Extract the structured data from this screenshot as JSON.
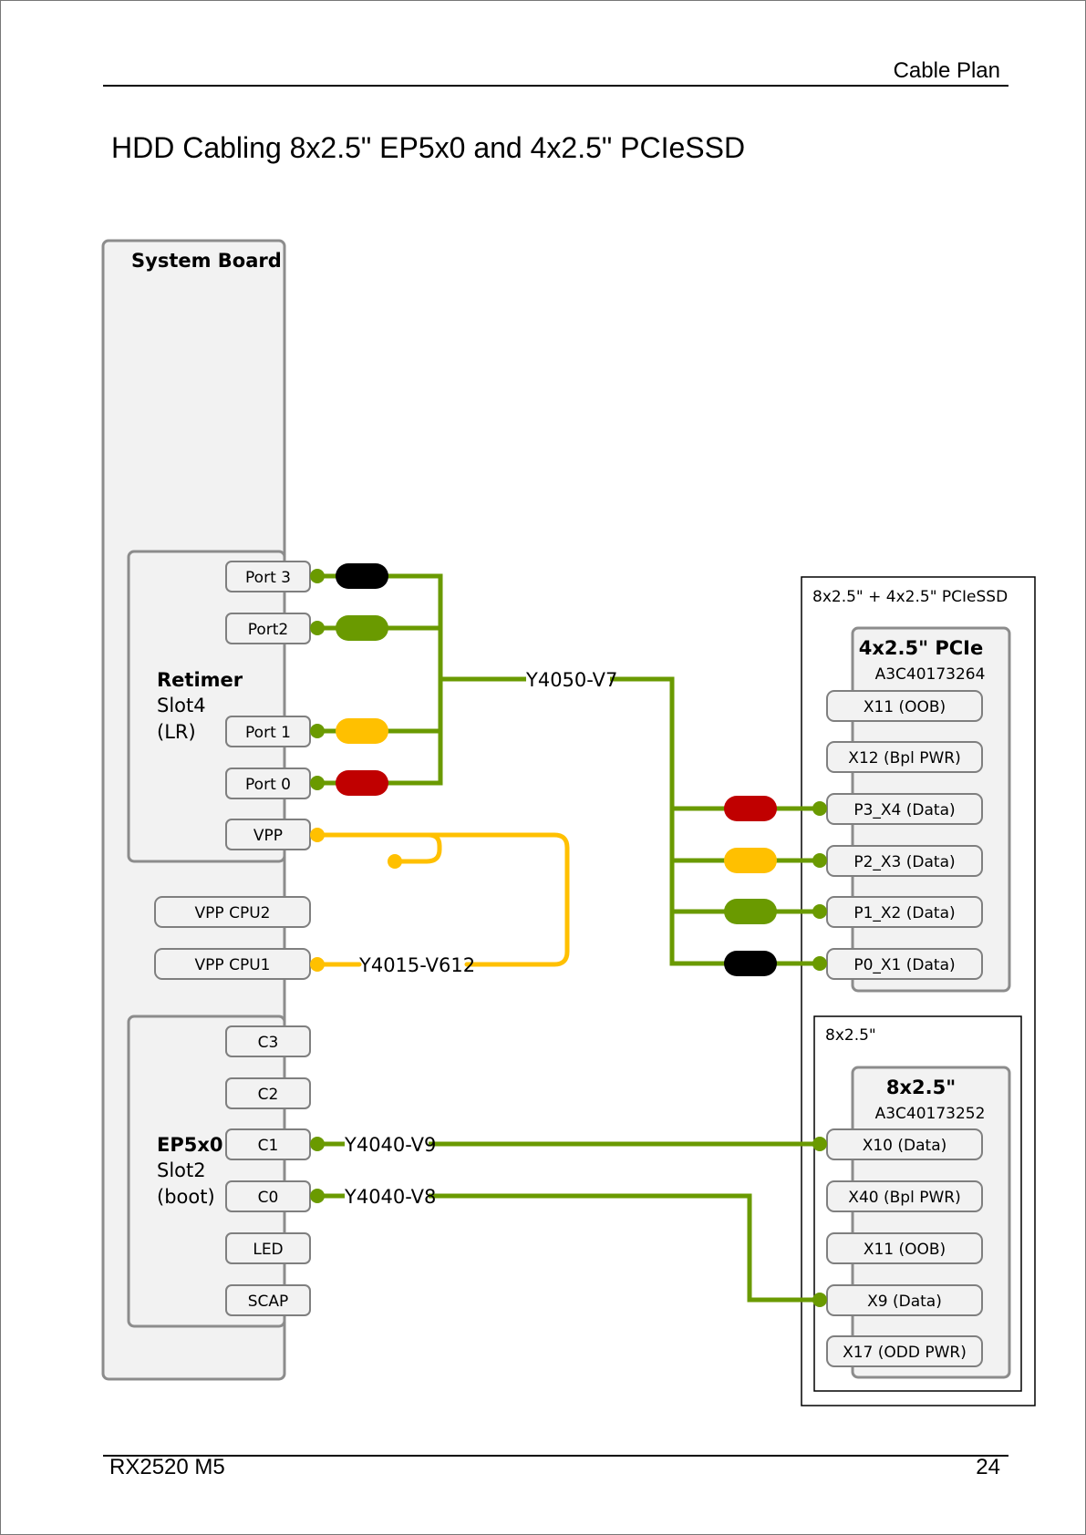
{
  "header": {
    "title": "Cable Plan"
  },
  "document": {
    "title": "HDD Cabling 8x2.5\" EP5x0 and 4x2.5\" PCIeSSD"
  },
  "footer": {
    "model": "RX2520 M5",
    "page_number": "24"
  },
  "colors": {
    "green": "#6a9a00",
    "yellow": "#ffc000",
    "red": "#c00000",
    "black": "#000000",
    "box_fill": "#f2f2f2",
    "box_stroke": "#7f7f7f"
  },
  "diagram": {
    "system_board": {
      "title": "System Board"
    },
    "retimer": {
      "name": "Retimer",
      "line2": "Slot4",
      "line3": "(LR)",
      "ports": [
        "Port 3",
        "Port2",
        "Port 1",
        "Port 0",
        "VPP"
      ]
    },
    "vpp_ports": [
      "VPP CPU2",
      "VPP CPU1"
    ],
    "ep5x0": {
      "name": "EP5x0",
      "line2": "Slot2",
      "line3": "(boot)",
      "ports": [
        "C3",
        "C2",
        "C1",
        "C0",
        "LED",
        "SCAP"
      ]
    },
    "cables": {
      "y4050": "Y4050-V7",
      "y4015": "Y4015-V612",
      "y4040_v9": "Y4040-V9",
      "y4040_v8": "Y4040-V8"
    },
    "outer_pcie": {
      "label": "8x2.5\" + 4x2.5\" PCIeSSD",
      "backplane_title": "4x2.5\" PCIe",
      "part_number": "A3C40173264",
      "ports": [
        "X11 (OOB)",
        "X12 (Bpl PWR)",
        "P3_X4 (Data)",
        "P2_X3 (Data)",
        "P1_X2 (Data)",
        "P0_X1 (Data)"
      ]
    },
    "outer_8x": {
      "label": "8x2.5\"",
      "backplane_title": "8x2.5\"",
      "part_number": "A3C40173252",
      "ports": [
        "X10 (Data)",
        "X40 (Bpl PWR)",
        "X11 (OOB)",
        "X9 (Data)",
        "X17 (ODD PWR)"
      ]
    }
  }
}
